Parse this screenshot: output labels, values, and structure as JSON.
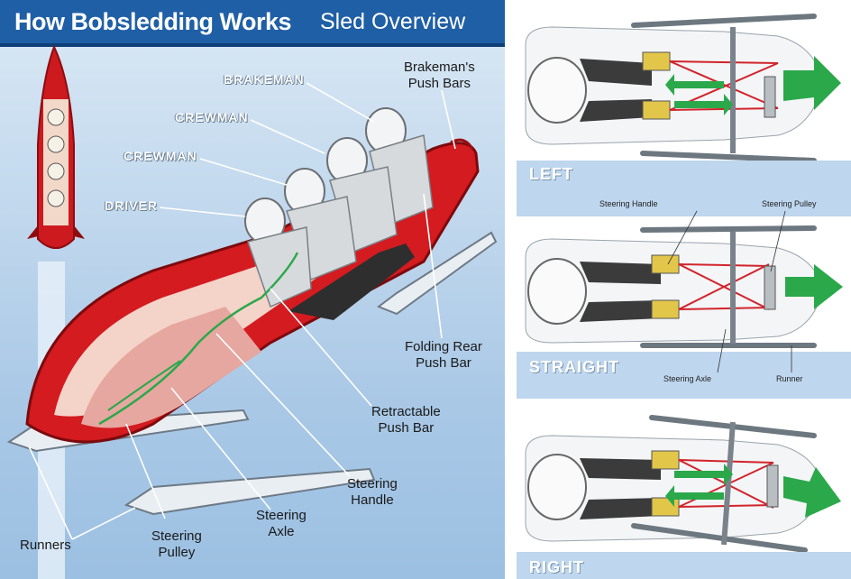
{
  "title": {
    "main": "How Bobsledding Works",
    "sub": "Sled Overview"
  },
  "crew_labels": {
    "brakeman": "BRAKEMAN",
    "crewman_1": "CREWMAN",
    "crewman_2": "CREWMAN",
    "driver": "DRIVER"
  },
  "callouts": {
    "brakemans_push_bars": [
      "Brakeman's",
      "Push Bars"
    ],
    "folding_rear_push_bar": [
      "Folding Rear",
      "Push Bar"
    ],
    "retractable_push_bar": [
      "Retractable",
      "Push Bar"
    ],
    "steering_handle": [
      "Steering",
      "Handle"
    ],
    "steering_axle": [
      "Steering",
      "Axle"
    ],
    "steering_pulley": [
      "Steering",
      "Pulley"
    ],
    "runners": "Runners"
  },
  "views": {
    "left": "LEFT",
    "straight": "STRAIGHT",
    "right": "RIGHT",
    "steering_handle": "Steering Handle",
    "steering_pulley": "Steering Pulley",
    "steering_axle": "Steering Axle",
    "runner": "Runner"
  },
  "colors": {
    "title_bar": "#1f5fa6",
    "sled_red": "#c8141b",
    "arrow_green": "#2aa84a",
    "cable_red": "#d2232a",
    "panel_blue": "#bed6ee"
  }
}
